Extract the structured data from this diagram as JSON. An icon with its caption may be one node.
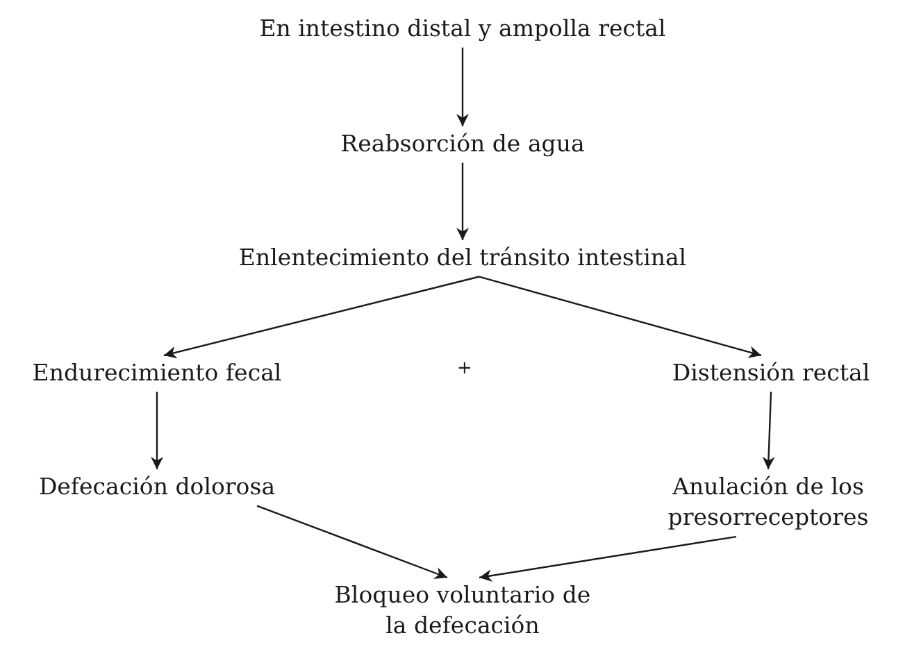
{
  "diagram": {
    "nodes": [
      {
        "text": [
          "En intestino distal y ampolla rectal"
        ]
      },
      {
        "text": [
          "Reabsorción de agua"
        ]
      },
      {
        "text": [
          "Enlentecimiento del tránsito intestinal"
        ]
      },
      {
        "text": [
          "Endurecimiento fecal"
        ]
      },
      {
        "text": [
          "Distensión rectal"
        ]
      },
      {
        "text": [
          "Defecación dolorosa"
        ]
      },
      {
        "text": [
          "Anulación de los presorreceptores"
        ]
      },
      {
        "text": [
          "Bloqueo voluntario de la defecación"
        ]
      }
    ],
    "edges": [
      {
        "from": 0,
        "to": 1,
        "arrow": "to"
      },
      {
        "from": 1,
        "to": 2,
        "arrow": "to"
      },
      {
        "from": 2,
        "to": 3,
        "arrow": "to"
      },
      {
        "from": 2,
        "to": 4,
        "arrow": "to"
      },
      {
        "from": 3,
        "to": 5,
        "arrow": "to"
      },
      {
        "from": 4,
        "to": 6,
        "arrow": "to"
      },
      {
        "from": 5,
        "to": 7,
        "arrow": "to"
      },
      {
        "from": 6,
        "to": 7,
        "arrow": "to"
      }
    ],
    "labels": [
      "+"
    ]
  }
}
